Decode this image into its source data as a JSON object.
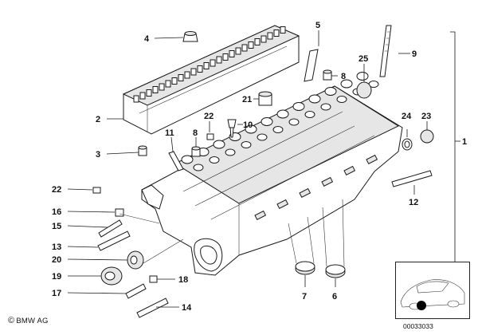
{
  "diagram": {
    "labels": [
      "1",
      "2",
      "3",
      "4",
      "5",
      "6",
      "7",
      "8",
      "8",
      "9",
      "10",
      "11",
      "12",
      "13",
      "14",
      "15",
      "16",
      "17",
      "18",
      "19",
      "20",
      "21",
      "22",
      "22",
      "23",
      "24",
      "25"
    ],
    "callouts": [
      {
        "id": "c1",
        "text": "1"
      },
      {
        "id": "c2",
        "text": "2"
      },
      {
        "id": "c3",
        "text": "3"
      },
      {
        "id": "c4",
        "text": "4"
      },
      {
        "id": "c5",
        "text": "5"
      },
      {
        "id": "c6",
        "text": "6"
      },
      {
        "id": "c7",
        "text": "7"
      },
      {
        "id": "c8a",
        "text": "8"
      },
      {
        "id": "c8b",
        "text": "8"
      },
      {
        "id": "c9",
        "text": "9"
      },
      {
        "id": "c10",
        "text": "10"
      },
      {
        "id": "c11",
        "text": "11"
      },
      {
        "id": "c12",
        "text": "12"
      },
      {
        "id": "c13",
        "text": "13"
      },
      {
        "id": "c14",
        "text": "14"
      },
      {
        "id": "c15",
        "text": "15"
      },
      {
        "id": "c16",
        "text": "16"
      },
      {
        "id": "c17",
        "text": "17"
      },
      {
        "id": "c18",
        "text": "18"
      },
      {
        "id": "c19",
        "text": "19"
      },
      {
        "id": "c20",
        "text": "20"
      },
      {
        "id": "c21",
        "text": "21"
      },
      {
        "id": "c22a",
        "text": "22"
      },
      {
        "id": "c22b",
        "text": "22"
      },
      {
        "id": "c23",
        "text": "23"
      },
      {
        "id": "c24",
        "text": "24"
      },
      {
        "id": "c25",
        "text": "25"
      }
    ]
  },
  "footer": {
    "copyright_symbol": "©",
    "copyright_text": "BMW AG",
    "document_number": "00033033"
  },
  "icons": {
    "thumbnail": "car-location-thumbnail-icon",
    "copyright": "copyright-icon"
  }
}
